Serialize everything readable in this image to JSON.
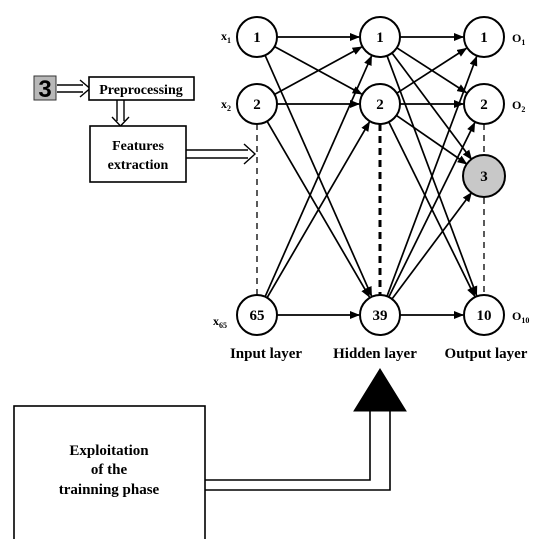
{
  "input_layer": {
    "nodes": [
      "1",
      "2",
      "65"
    ],
    "labels": [
      {
        "main": "x",
        "sub": "1"
      },
      {
        "main": "x",
        "sub": "2"
      },
      {
        "main": "x",
        "sub": "65"
      }
    ]
  },
  "hidden_layer": {
    "nodes": [
      "1",
      "2",
      "39"
    ]
  },
  "output_layer": {
    "nodes": [
      "1",
      "2",
      "3",
      "10"
    ],
    "highlighted_node": "3",
    "labels": [
      {
        "main": "O",
        "sub": "1"
      },
      {
        "main": "O",
        "sub": "2"
      },
      {
        "main": "O",
        "sub": "10"
      }
    ]
  },
  "layer_labels": {
    "input": "Input layer",
    "hidden": "Hidden layer",
    "output": "Output layer"
  },
  "preprocessing": {
    "digit": "3",
    "preprocessing_label": "Preprocessing",
    "features_line1": "Features",
    "features_line2": "extraction"
  },
  "exploitation": {
    "line1": "Exploitation",
    "line2": "of the",
    "line3": "trainning phase"
  },
  "colors": {
    "stroke": "#000000",
    "highlight_fill": "#c8c8c8",
    "background": "#ffffff"
  }
}
